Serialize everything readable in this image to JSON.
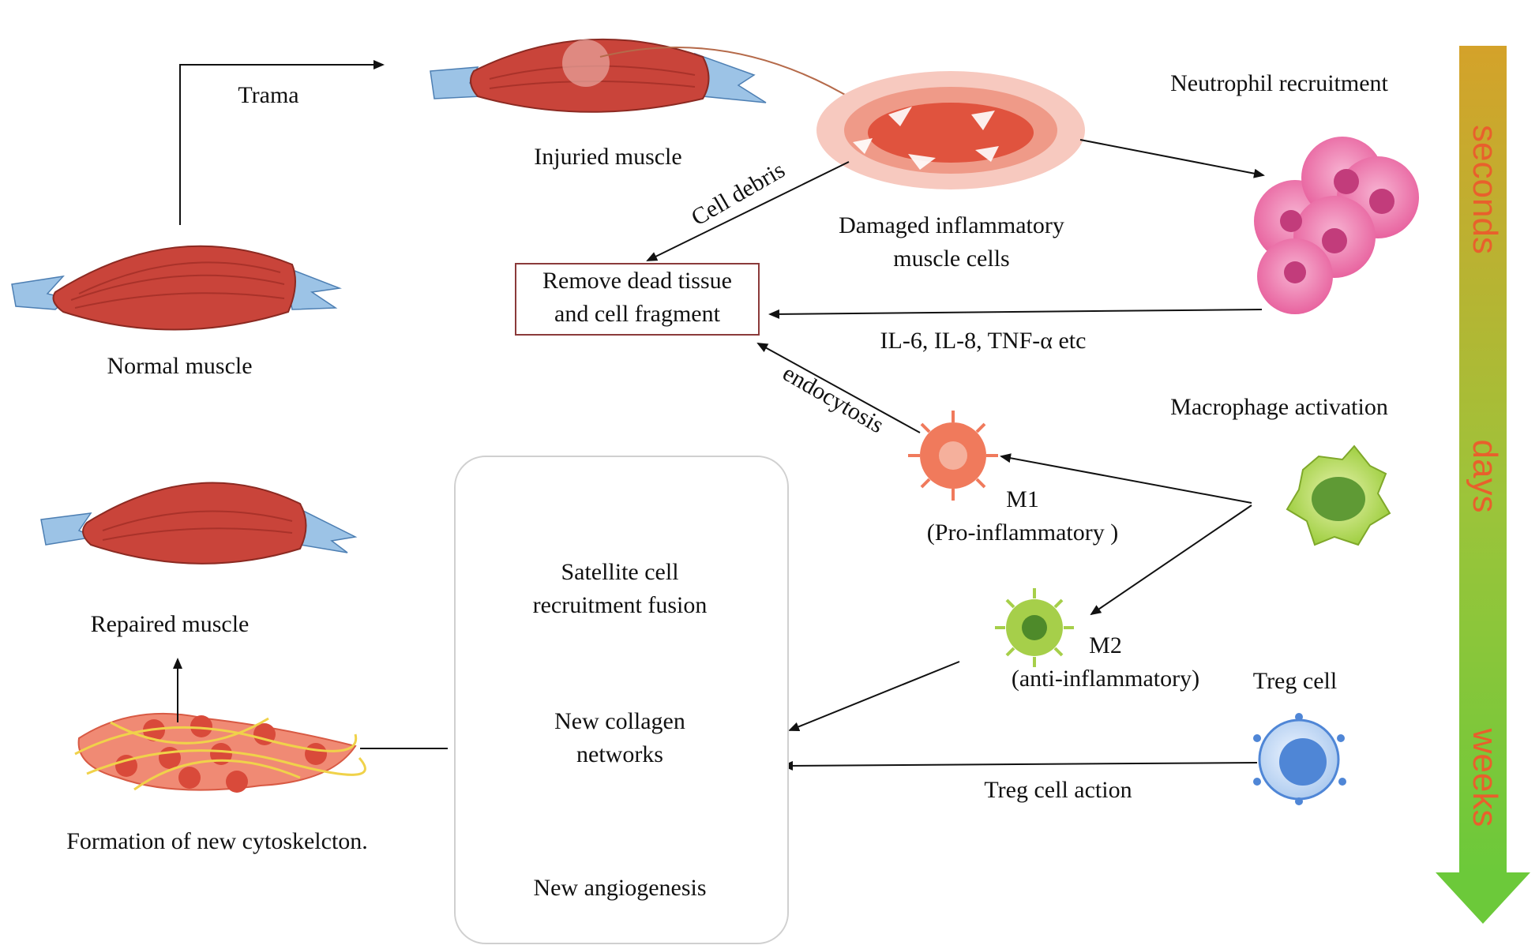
{
  "labels": {
    "trauma": "Trama",
    "injured_muscle": "Injuried muscle",
    "normal_muscle": "Normal muscle",
    "cell_debris": "Cell debris",
    "damaged_cells": "Damaged inflammatory\nmuscle cells",
    "neutrophil_recruitment": "Neutrophil recruitment",
    "remove_dead_tissue": "Remove dead tissue\nand cell fragment",
    "cytokines": "IL-6, IL-8, TNF-α etc",
    "endocytosis": "endocytosis",
    "macrophage_activation": "Macrophage activation",
    "m1": "M1\n(Pro-inflammatory )",
    "m2": "M2\n(anti-inflammatory)",
    "treg_cell": "Treg cell",
    "treg_action": "Treg cell action",
    "repaired_muscle": "Repaired muscle",
    "new_cytoskeleton": "Formation of new cytoskelcton.",
    "satellite": "Satellite cell\nrecruitment fusion",
    "collagen": "New collagen\nnetworks",
    "angiogenesis": "New angiogenesis"
  },
  "timeline": {
    "seconds": "seconds",
    "days": "days",
    "weeks": "weeks"
  },
  "colors": {
    "muscle": "#c9443a",
    "tendon": "#9cc3e6",
    "neutrophil": "#ea6fa6",
    "m1": "#f07a5c",
    "m2": "#a6cf4a",
    "macrophage": "#b7d84a",
    "treg": "#4f86d6",
    "arrow_top": "#d4a22a",
    "arrow_bottom": "#6cc93a"
  }
}
